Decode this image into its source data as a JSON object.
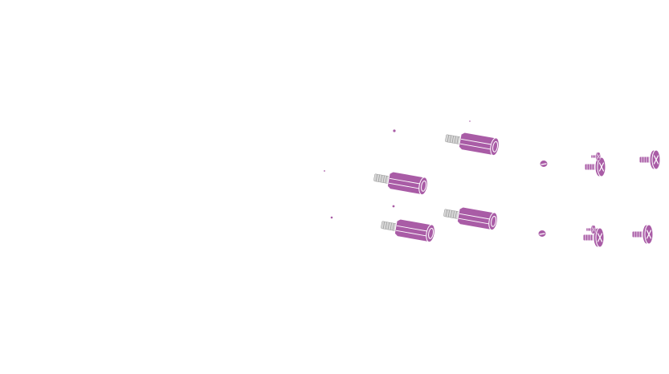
{
  "scene": {
    "background_color": "#ffffff",
    "part_color": "#a95ca6",
    "part_edge_color": "#ffffff",
    "thread_color": "#d6d6d6",
    "thread_edge_color": "#9a9a9a",
    "parts": [
      {
        "kind": "hex-standoff",
        "name": "hex-standoff-1"
      },
      {
        "kind": "hex-standoff",
        "name": "hex-standoff-2"
      },
      {
        "kind": "hex-standoff",
        "name": "hex-standoff-3"
      },
      {
        "kind": "hex-standoff",
        "name": "hex-standoff-4"
      },
      {
        "kind": "phillips-screw",
        "name": "phillips-screw-1"
      },
      {
        "kind": "phillips-screw",
        "name": "phillips-screw-2"
      },
      {
        "kind": "phillips-screw",
        "name": "phillips-screw-3"
      },
      {
        "kind": "phillips-screw",
        "name": "phillips-screw-4"
      },
      {
        "kind": "phillips-screw",
        "name": "phillips-screw-5"
      },
      {
        "kind": "phillips-screw",
        "name": "phillips-screw-6"
      },
      {
        "kind": "hex-nut",
        "name": "hex-nut-1"
      },
      {
        "kind": "hex-nut",
        "name": "hex-nut-2"
      }
    ],
    "part_counts": {
      "hex-standoff": 4,
      "phillips-screw": 6,
      "hex-nut": 2
    }
  }
}
